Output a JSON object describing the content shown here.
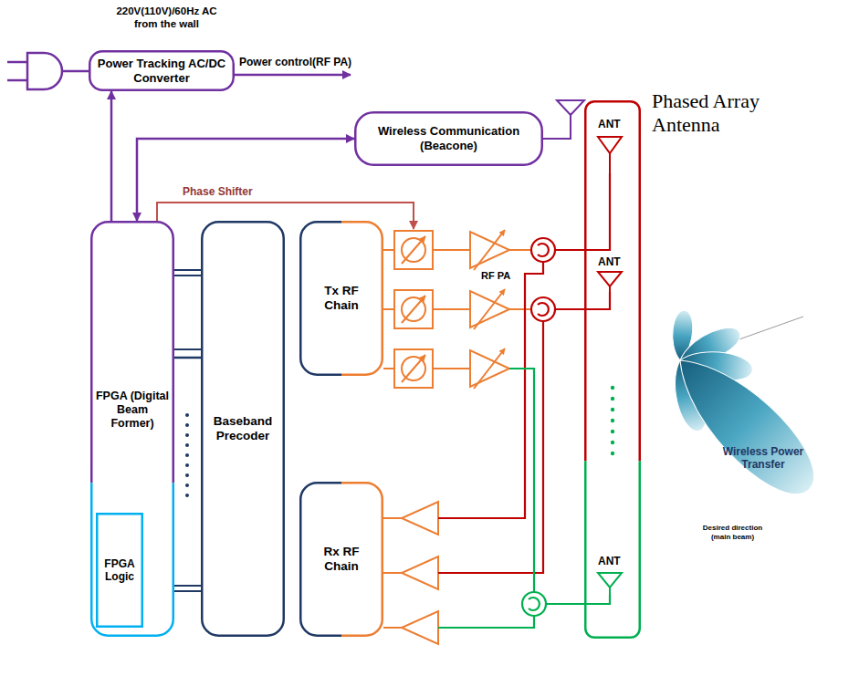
{
  "diagram": {
    "nodes": [
      {
        "text": [
          "Power Tracking AC/DC Converter"
        ]
      },
      {
        "text": [
          "Wireless Communication (Beacone)"
        ]
      },
      {
        "text": [
          "FPGA (Digital Beam Former)"
        ]
      },
      {
        "text": [
          "FPGA Logic"
        ],
        "in": 2
      },
      {
        "text": [
          "Baseband Precoder"
        ]
      },
      {
        "text": [
          "Tx RF Chain"
        ]
      },
      {
        "text": [
          "Rx RF Chain"
        ]
      },
      {
        "text": [
          "Phased Array Antenna"
        ]
      }
    ],
    "edges": [
      {
        "from": 2,
        "to": 0,
        "arrow": "to"
      },
      {
        "from": 2,
        "to": 1,
        "arrow": "both"
      },
      {
        "from": 2,
        "to": 4,
        "arrow": "none"
      }
    ],
    "labels": [
      "220V(110V)/60Hz AC from the wall",
      "Power control(RF PA)",
      "Phase Shifter",
      "RF PA",
      "ANT",
      "ANT",
      "ANT",
      "Wireless Power Transfer",
      "Desired direction (main beam)"
    ]
  }
}
